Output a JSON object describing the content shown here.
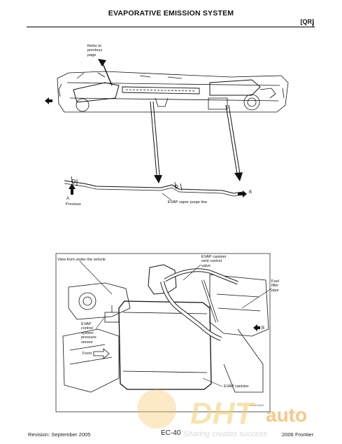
{
  "header": {
    "title": "EVAPORATIVE EMISSION SYSTEM",
    "section_tag": "[QR]"
  },
  "top_figure": {
    "refer_label": "Refer to\nprevious\npage",
    "line_label": "EVAP vapor purge line",
    "label_a": "A",
    "label_previous": "Previous",
    "label_b": "B"
  },
  "bottom_figure": {
    "view_label": "View from under the vehicle",
    "vent_valve_label": "EVAP canister\nvent control\nvalve",
    "fuel_pipe_label": "Fuel\nfiller\npipe",
    "sensor_label": "EVAP\ncontrol\nsystem\npressure\nsensor",
    "front_label": "Front",
    "label_b": "B",
    "canister_label": "EVAP canister",
    "figure_code": "WBIA0354E"
  },
  "footer": {
    "revision": "Revision: September 2005",
    "page_code": "EC-40",
    "model": "2006 Frontier"
  },
  "watermark": {
    "word1": "DHT",
    "word2": "auto",
    "tagline": "Sharing creates success"
  }
}
